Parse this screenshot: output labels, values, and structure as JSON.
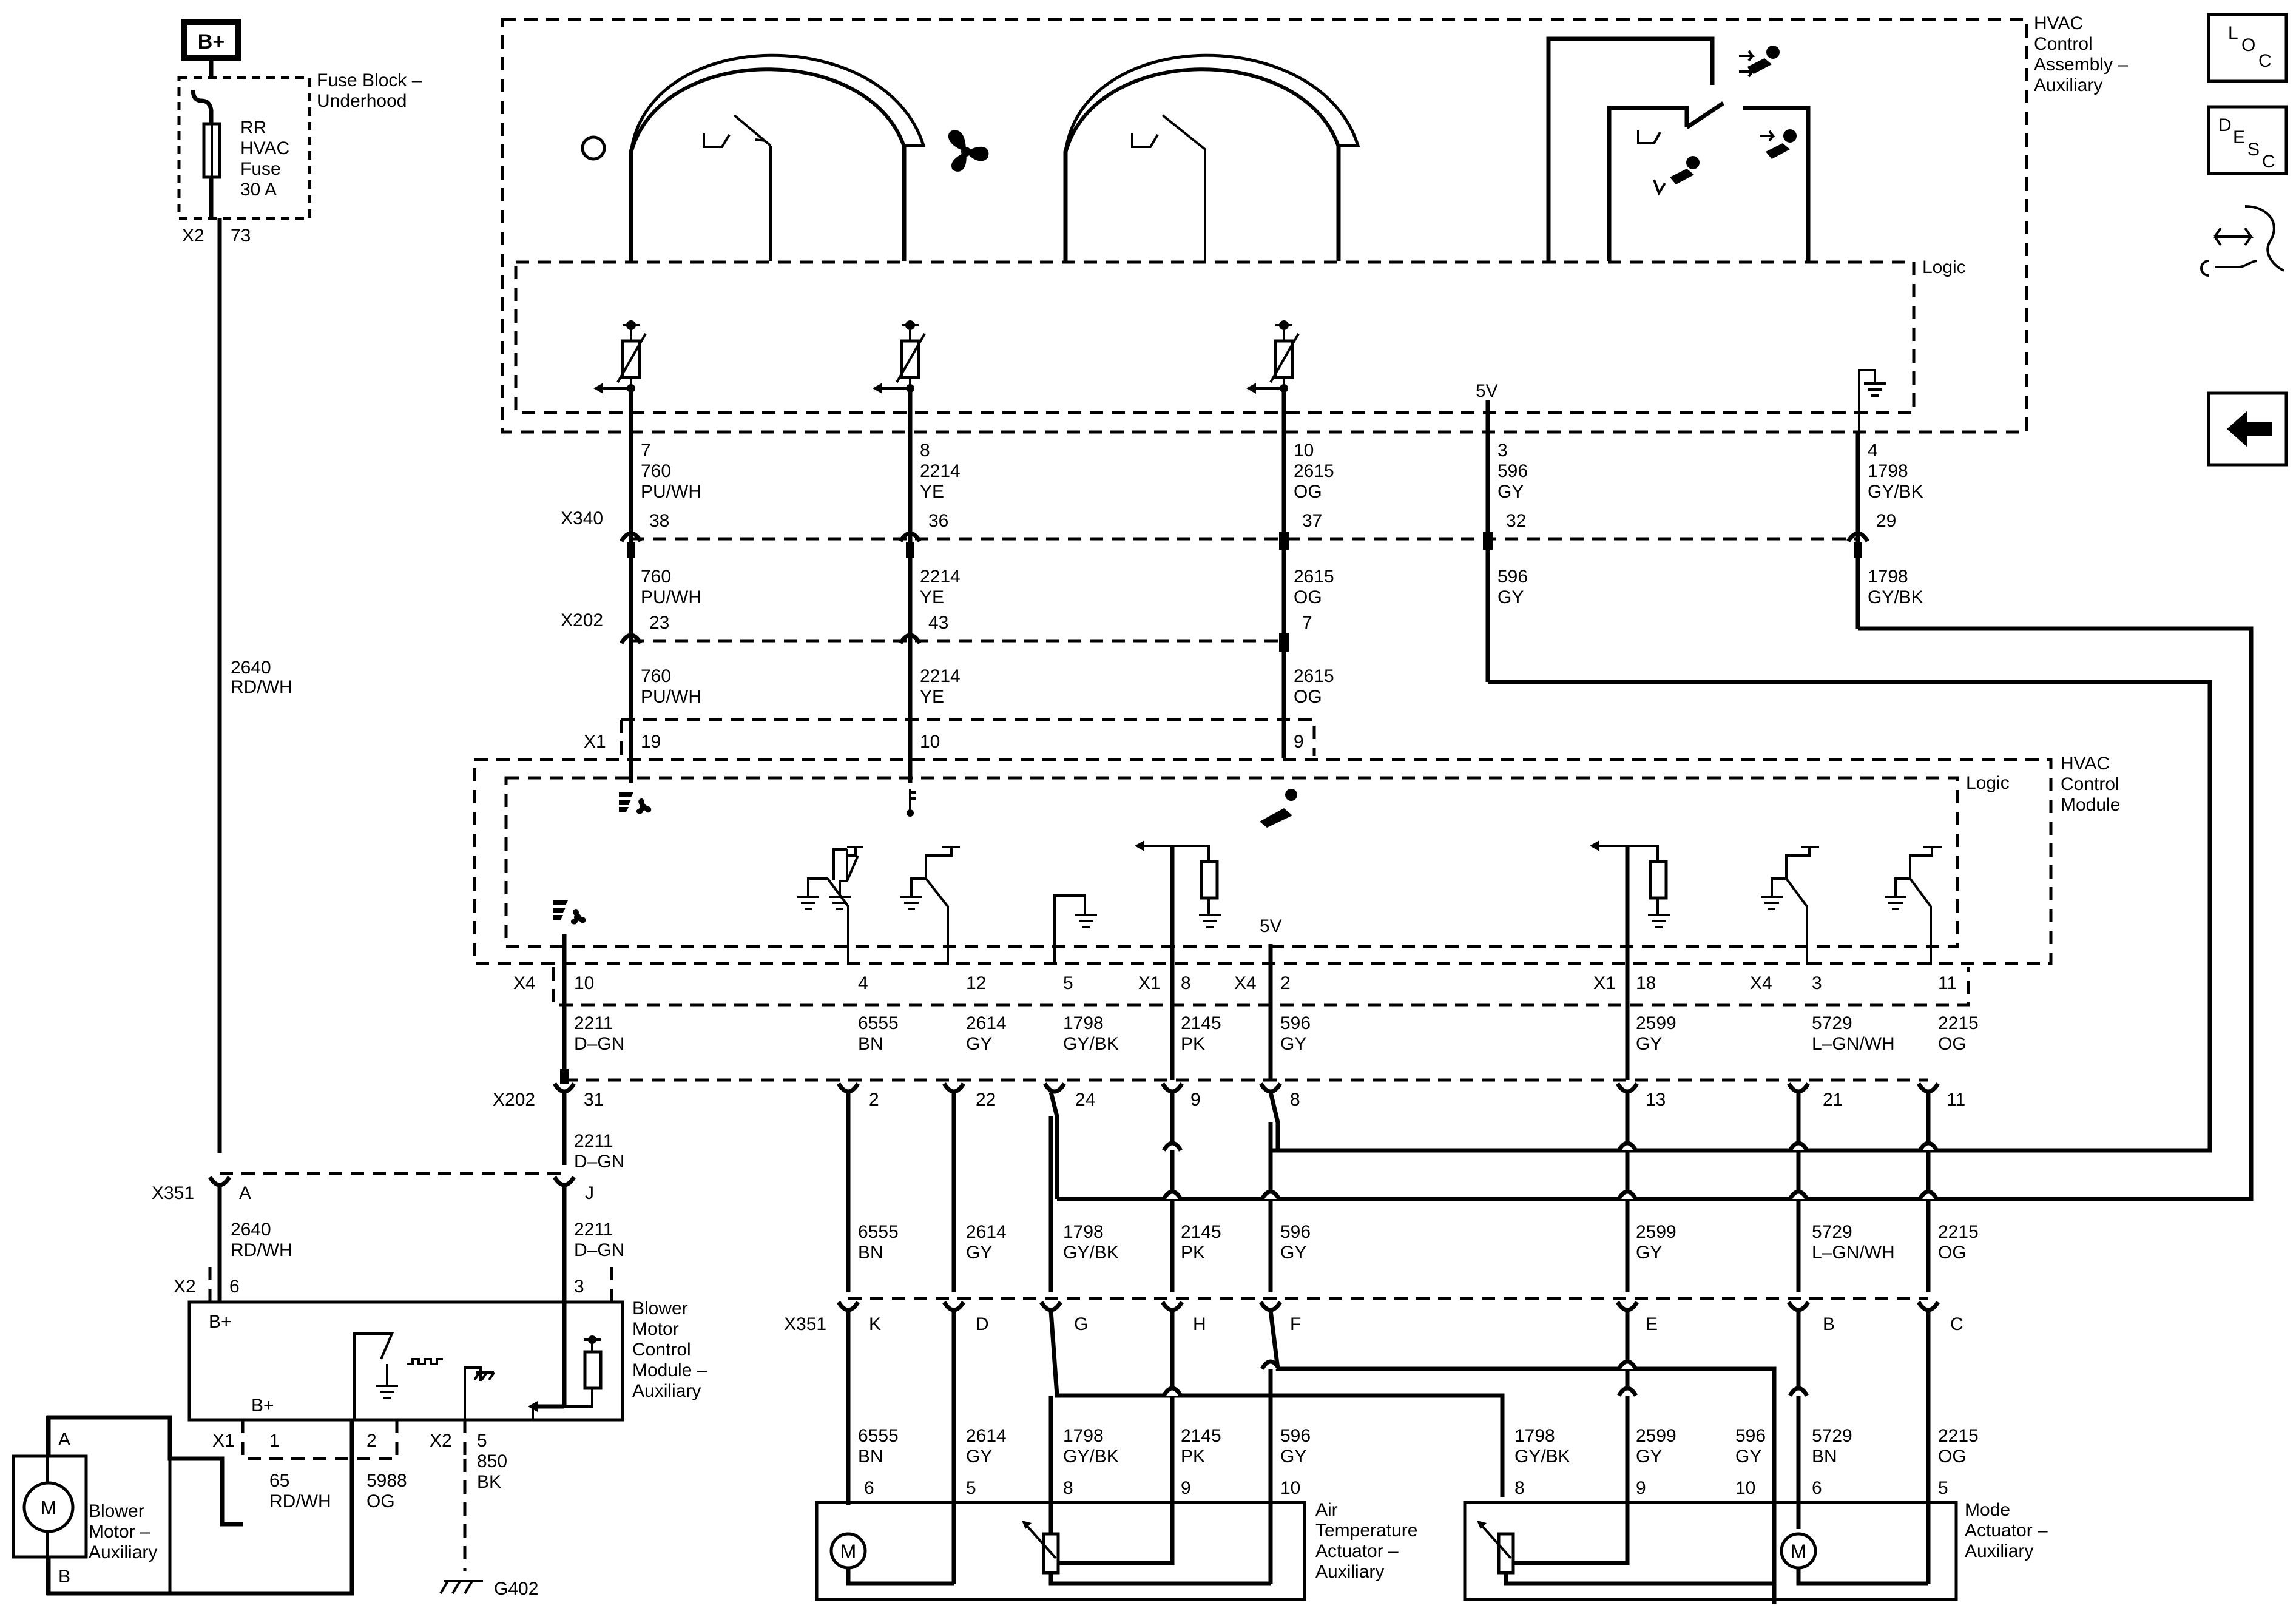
{
  "components": {
    "bplus_label": "B+",
    "fuse_block": [
      "Fuse Block –",
      "Underhood"
    ],
    "fuse_name": [
      "RR",
      "HVAC",
      "Fuse",
      "30 A"
    ],
    "fuse_conn": "X2",
    "fuse_pin": "73",
    "hvac_assembly": [
      "HVAC",
      "Control",
      "Assembly –",
      "Auxiliary"
    ],
    "logic_label": "Logic",
    "hvac_module": [
      "HVAC",
      "Control",
      "Module"
    ],
    "blower_module": [
      "Blower",
      "Motor",
      "Control",
      "Module –",
      "Auxiliary"
    ],
    "blower_motor": [
      "Blower",
      "Motor –",
      "Auxiliary"
    ],
    "air_temp_actuator": [
      "Air",
      "Temperature",
      "Actuator –",
      "Auxiliary"
    ],
    "mode_actuator": [
      "Mode",
      "Actuator –",
      "Auxiliary"
    ],
    "ground": "G402",
    "five_v": "5V",
    "motor_symbol": "M",
    "bplus": "B+"
  },
  "connectors": {
    "x340": "X340",
    "x202": "X202",
    "x1": "X1",
    "x4": "X4",
    "x351": "X351",
    "x2": "X2"
  },
  "top_circuits": [
    {
      "pin": "7",
      "circuit": "760",
      "color": "PU/WH",
      "x340": "38",
      "x202": "23",
      "x1": "19"
    },
    {
      "pin": "8",
      "circuit": "2214",
      "color": "YE",
      "x340": "36",
      "x202": "43",
      "x1": "10"
    },
    {
      "pin": "10",
      "circuit": "2615",
      "color": "OG",
      "x340": "37",
      "x202": "7",
      "x1": "9"
    },
    {
      "pin": "3",
      "circuit": "596",
      "color": "GY",
      "x340": "32"
    },
    {
      "pin": "4",
      "circuit": "1798",
      "color": "GY/BK",
      "x340": "29"
    }
  ],
  "feed": {
    "circuit": "2640",
    "color": "RD/WH"
  },
  "module_pins": [
    {
      "conn": "X4",
      "pin": "10",
      "circuit": "2211",
      "color": "D–GN",
      "x202": "31",
      "x351": "J",
      "x2": "3"
    },
    {
      "pin": "4",
      "circuit": "6555",
      "color": "BN",
      "x202": "2",
      "x351": "K",
      "act_pin": "6"
    },
    {
      "pin": "12",
      "circuit": "2614",
      "color": "GY",
      "x202": "22",
      "x351": "D",
      "act_pin": "5"
    },
    {
      "pin": "5",
      "circuit": "1798",
      "color": "GY/BK",
      "x202": "24",
      "x351": "G",
      "act_pin": "8"
    },
    {
      "conn": "X1",
      "pin": "8",
      "circuit": "2145",
      "color": "PK",
      "x202": "9",
      "x351": "H",
      "act_pin": "9"
    },
    {
      "conn": "X4",
      "pin": "2",
      "circuit": "596",
      "color": "GY",
      "x202": "8",
      "x351": "F",
      "act_pin": "10"
    },
    {
      "conn": "X1",
      "pin": "18",
      "circuit": "2599",
      "color": "GY",
      "x202": "13",
      "x351": "E"
    },
    {
      "conn": "X4",
      "pin": "3",
      "circuit": "5729",
      "color": "L–GN/WH",
      "x202": "21",
      "x351": "B"
    },
    {
      "pin": "11",
      "circuit": "2215",
      "color": "OG",
      "x202": "11",
      "x351": "C"
    }
  ],
  "x351_feed": {
    "pin": "A",
    "circuit": "2640",
    "color": "RD/WH",
    "x2pin": "6"
  },
  "blower_x1": {
    "pin": "1",
    "circuit": "65",
    "color": "RD/WH"
  },
  "blower_x1b": {
    "pin": "2",
    "circuit": "5988",
    "color": "OG"
  },
  "blower_x2": {
    "pin": "5",
    "circuit": "850",
    "color": "BK"
  },
  "motor_pins": [
    "A",
    "B"
  ],
  "mode_act": [
    {
      "pin": "8",
      "circuit": "1798",
      "color": "GY/BK"
    },
    {
      "pin": "9",
      "circuit": "2599",
      "color": "GY"
    },
    {
      "pin": "10",
      "circuit": "596",
      "color": "GY"
    },
    {
      "pin": "6",
      "circuit": "5729",
      "color": "BN"
    },
    {
      "pin": "5",
      "circuit": "2215",
      "color": "OG"
    }
  ],
  "side_buttons": [
    {
      "name": "loc-button",
      "lines": [
        "L",
        "O",
        "C"
      ]
    },
    {
      "name": "desc-button",
      "lines": [
        "D",
        "E",
        "S",
        "C"
      ]
    }
  ],
  "colors": {
    "line": "#000000",
    "background": "#ffffff"
  }
}
